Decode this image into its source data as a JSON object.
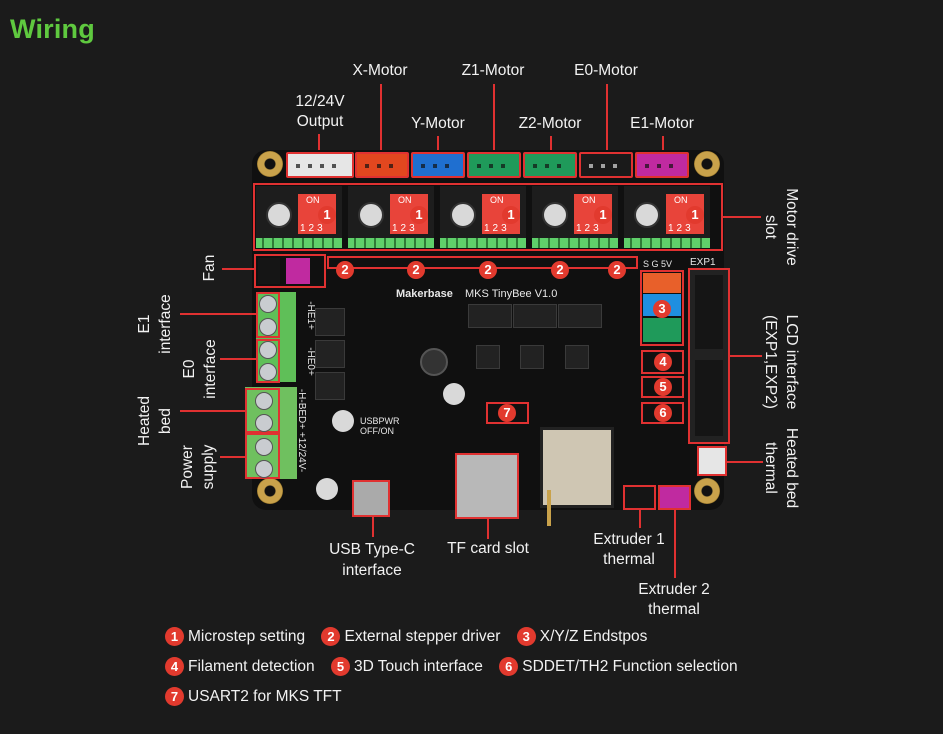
{
  "title": "Wiring",
  "accent_color": "#5fc93f",
  "marker_color": "#e23a2e",
  "board": {
    "brand": "Makerbase",
    "model": "MKS TinyBee V1.0",
    "silk": {
      "usbpwr": "USBPWR",
      "offon": "OFF/ON",
      "exp1": "EXP1",
      "sg5v": "S G 5V",
      "he1": "-HE1+",
      "he0": "-HE0+",
      "power": "-H-BED+ +12/24V-",
      "dip_on": "ON",
      "dip_nums": "123"
    }
  },
  "top_labels": {
    "output": "12/24V\nOutput",
    "output_l1": "12/24V",
    "output_l2": "Output",
    "x_motor": "X-Motor",
    "y_motor": "Y-Motor",
    "z1_motor": "Z1-Motor",
    "z2_motor": "Z2-Motor",
    "e0_motor": "E0-Motor",
    "e1_motor": "E1-Motor"
  },
  "left_labels": {
    "fan": "Fan",
    "e1_l1": "E1",
    "e1_l2": "interface",
    "e0_l1": "E0",
    "e0_l2": "interface",
    "bed_l1": "Heated",
    "bed_l2": "bed",
    "power_l1": "Power",
    "power_l2": "supply"
  },
  "right_labels": {
    "motor_l1": "Motor drive",
    "motor_l2": "slot",
    "lcd_l1": "LCD interface",
    "lcd_l2": "(EXP1,EXP2)",
    "bedth_l1": "Heated bed",
    "bedth_l2": "thermal"
  },
  "bottom_labels": {
    "usb_l1": "USB Type-C",
    "usb_l2": "interface",
    "tf": "TF card slot",
    "ext1_l1": "Extruder 1",
    "ext1_l2": "thermal",
    "ext2_l1": "Extruder 2",
    "ext2_l2": "thermal"
  },
  "markers": {
    "m1": "1",
    "m2": "2",
    "m3": "3",
    "m4": "4",
    "m5": "5",
    "m6": "6",
    "m7": "7"
  },
  "legend": [
    {
      "num": "1",
      "text": "Microstep setting"
    },
    {
      "num": "2",
      "text": "External stepper driver"
    },
    {
      "num": "3",
      "text": "X/Y/Z Endstpos"
    },
    {
      "num": "4",
      "text": "Filament detection"
    },
    {
      "num": "5",
      "text": "3D Touch interface"
    },
    {
      "num": "6",
      "text": "SDDET/TH2 Function selection"
    },
    {
      "num": "7",
      "text": "USART2 for MKS TFT"
    }
  ],
  "connector_colors": {
    "output": "#e6e6e6",
    "x": "#e2471f",
    "y": "#1f6fd0",
    "z1": "#1f9a5a",
    "z2": "#1f9a5a",
    "e0": "#1a1a1a",
    "e1": "#c02aa0"
  }
}
